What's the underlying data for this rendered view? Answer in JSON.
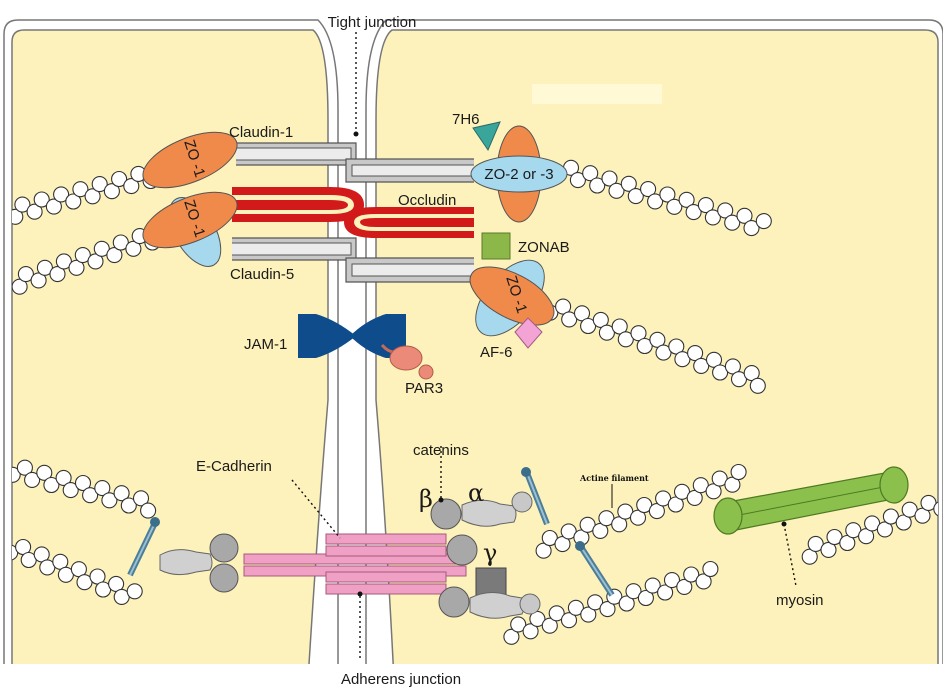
{
  "labels": {
    "tight_junction": "Tight junction",
    "adherens_junction": "Adherens junction",
    "claudin1": "Claudin-1",
    "claudin5": "Claudin-5",
    "occludin": "Occludin",
    "zo1": "ZO -1",
    "zo23": "ZO-2 or -3",
    "h76": "7H6",
    "zonab": "ZONAB",
    "jam1": "JAM-1",
    "par3": "PAR3",
    "af6": "AF-6",
    "ecadherin": "E-Cadherin",
    "catenins": "catenins",
    "beta": "β",
    "alpha": "α",
    "gamma": "γ",
    "actine": "Actine filament",
    "myosin": "myosin"
  },
  "colors": {
    "cytoplasm": "#fdf2bb",
    "membrane": "#777777",
    "zo_orange": "#f08a4b",
    "zo_blue": "#a6d8ee",
    "occludin_red": "#d21a1a",
    "claudin_grey": "#c8c8c8",
    "jam_blue": "#0e4c8c",
    "par3_pink": "#ec8a7a",
    "zonab_green": "#8cb84a",
    "h76_teal": "#3aa59b",
    "af6_pink": "#f4a4d4",
    "cadherin_pink": "#f0a0c4",
    "myosin_green": "#8cc04c",
    "catenin_grey": "#a8a8a8",
    "actin_bead": "#ffffff"
  }
}
